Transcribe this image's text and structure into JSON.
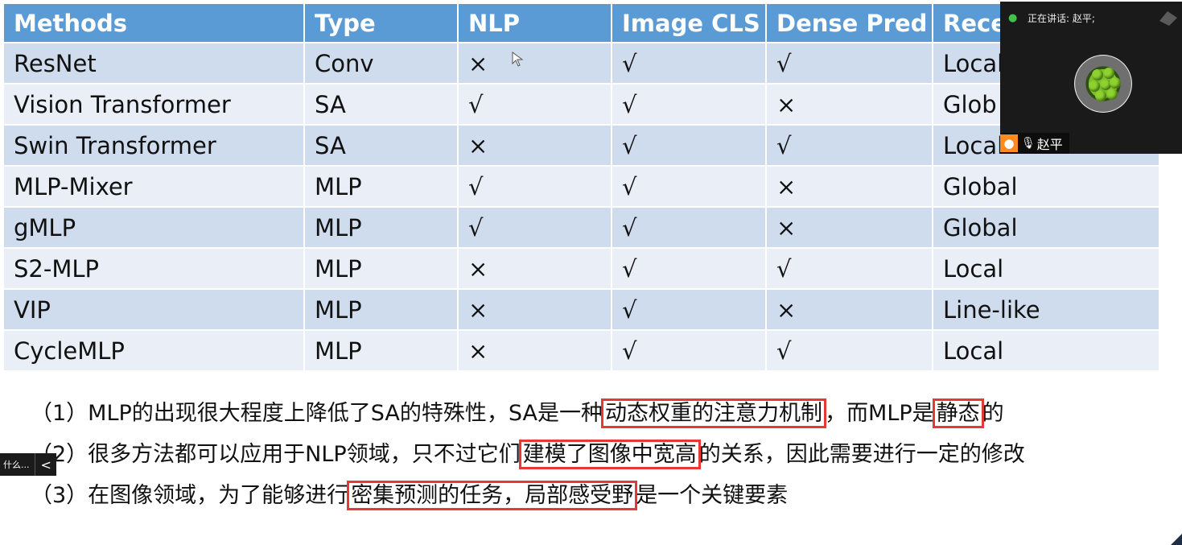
{
  "table": {
    "headers": [
      "Methods",
      "Type",
      "NLP",
      "Image CLS",
      "Dense Pred",
      "Rece"
    ],
    "rows": [
      [
        "ResNet",
        "Conv",
        "×",
        "√",
        "√",
        "Local"
      ],
      [
        "Vision Transformer",
        "SA",
        "√",
        "√",
        "×",
        "Glob"
      ],
      [
        "Swin Transformer",
        "SA",
        "×",
        "√",
        "√",
        "Local"
      ],
      [
        "MLP-Mixer",
        "MLP",
        "√",
        "√",
        "×",
        "Global"
      ],
      [
        "gMLP",
        "MLP",
        "√",
        "√",
        "×",
        "Global"
      ],
      [
        "S2-MLP",
        "MLP",
        "×",
        "√",
        "√",
        "Local"
      ],
      [
        "VIP",
        "MLP",
        "×",
        "√",
        "×",
        "Line-like"
      ],
      [
        "CycleMLP",
        "MLP",
        "×",
        "√",
        "√",
        "Local"
      ]
    ]
  },
  "notes": [
    {
      "parts": [
        "（1）MLP的出现很大程度上降低了SA的特殊性，SA是一种",
        "动态权重的注意力机制",
        "，而MLP是",
        "静态",
        "的"
      ]
    },
    {
      "parts": [
        "（2）很多方法都可以应用于NLP领域，只不过它们",
        "建模了图像中宽高",
        "的关系，因此需要进行一定的修改"
      ]
    },
    {
      "parts": [
        "（3）在图像领域，为了能够进行",
        "密集预测的任务，局部感受野",
        "是一个关键要素"
      ]
    }
  ],
  "video": {
    "speaking_text": "正在讲话: 赵平;",
    "participant_name": "赵平"
  },
  "side_tab": {
    "label": "什么...",
    "arrow": "<"
  },
  "colors": {
    "header_bg": "#5b9bd5",
    "row_odd": "#cfdcee",
    "row_even": "#e9eef7",
    "highlight_border": "#e53935"
  }
}
